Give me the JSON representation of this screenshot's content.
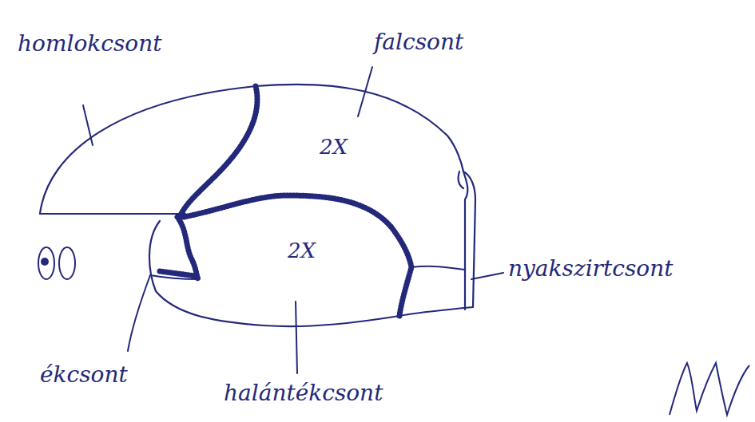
{
  "diagram": {
    "labels": [
      "homlokcsont",
      "falcsont",
      "2X",
      "2X",
      "nyakszirtcsont",
      "ékcsont",
      "halántékcsont"
    ]
  }
}
